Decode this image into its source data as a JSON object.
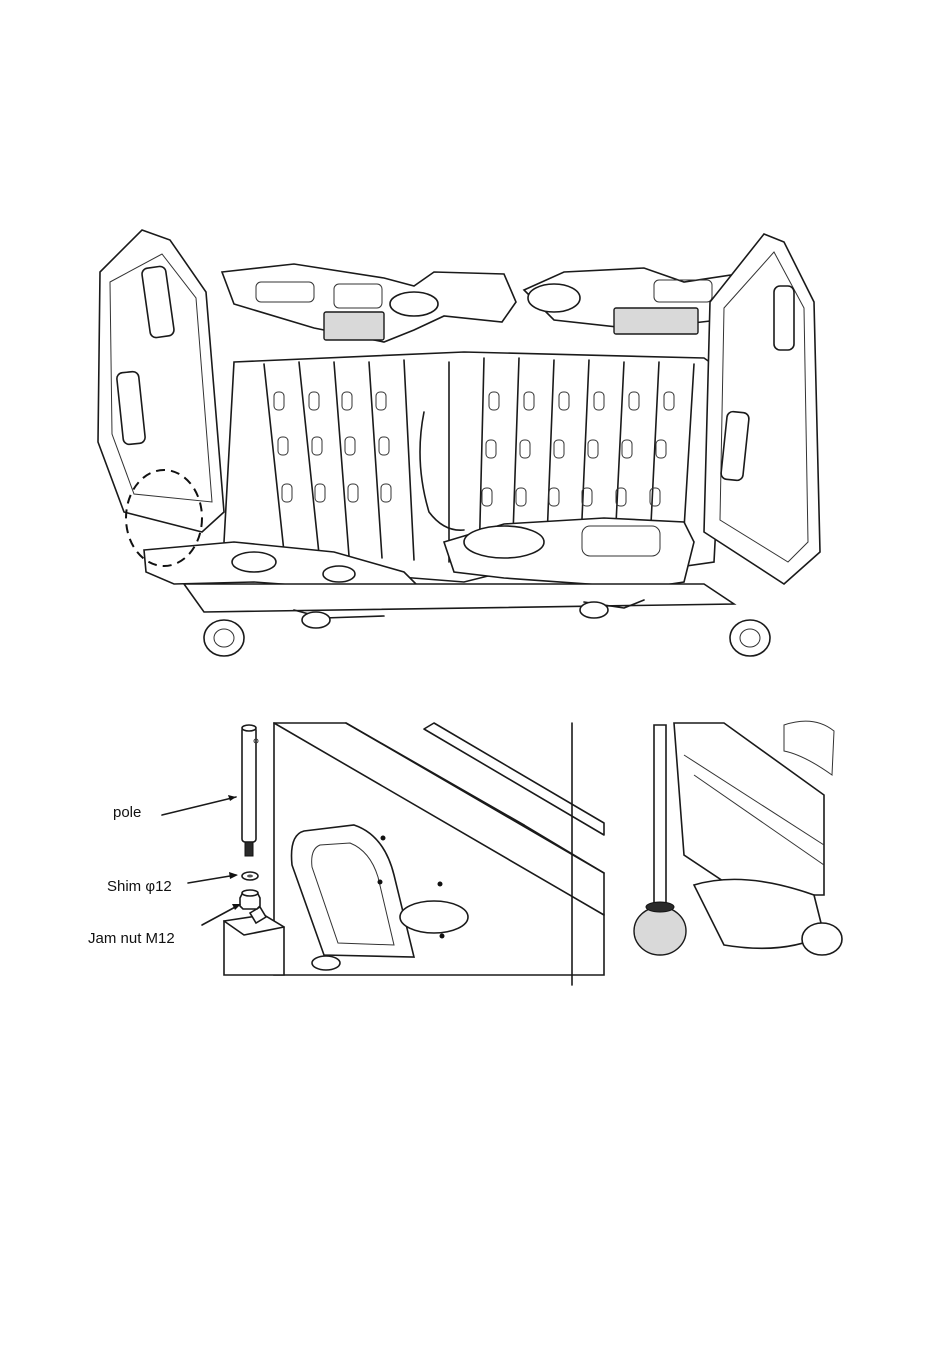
{
  "callouts": {
    "pole": "pole",
    "shim": "Shim φ12",
    "jam_nut": "Jam nut M12"
  }
}
